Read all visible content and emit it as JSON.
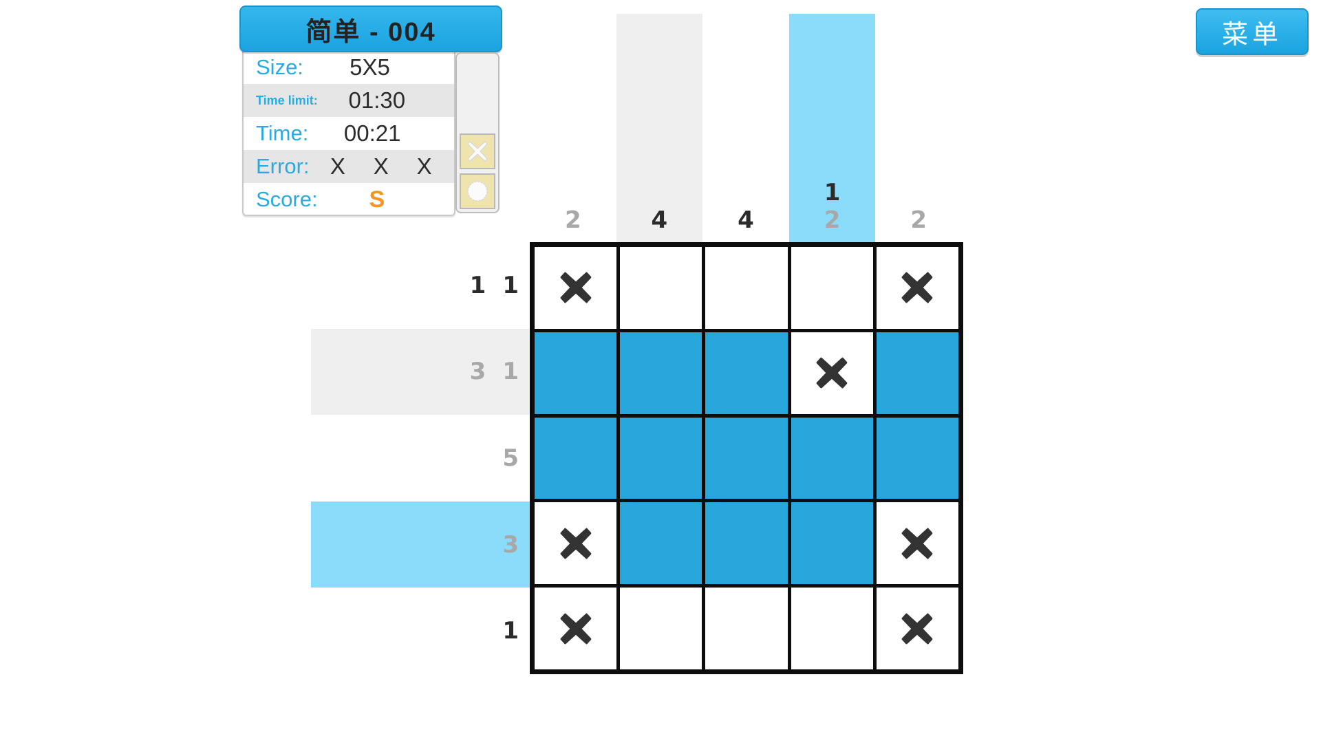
{
  "header": {
    "menu_button_label": "菜单",
    "menu_button_icon": "menu-button"
  },
  "info": {
    "title": "简单 - 004",
    "rows": [
      {
        "label": "Size:",
        "value": "5X5"
      },
      {
        "label": "Time limit:",
        "value": "01:30"
      },
      {
        "label": "Time:",
        "value": "00:21"
      },
      {
        "label": "Error:",
        "value": "X X X"
      },
      {
        "label": "Score:",
        "value": "S"
      }
    ],
    "size_label": "Size:",
    "size_value": "5X5",
    "time_limit_label": "Time limit:",
    "time_limit_value": "01:30",
    "time_label": "Time:",
    "time_value": "00:21",
    "error_label": "Error:",
    "error_marks": [
      "X",
      "X",
      "X"
    ],
    "score_label": "Score:",
    "score_value": "S",
    "score_color": "#f7941e",
    "label_color": "#29abe2"
  },
  "tools": {
    "cross_tool_icon": "cross-tool-icon",
    "circle_tool_icon": "circle-tool-icon"
  },
  "chart_data": {
    "type": "table",
    "title": "Nonogram 5x5 puzzle board",
    "grid_size": "5X5",
    "column_hints": [
      {
        "index": 0,
        "values": [
          2
        ],
        "states": [
          "solved"
        ],
        "highlight": "none"
      },
      {
        "index": 1,
        "values": [
          4
        ],
        "states": [
          "active"
        ],
        "highlight": "gray"
      },
      {
        "index": 2,
        "values": [
          4
        ],
        "states": [
          "active"
        ],
        "highlight": "none"
      },
      {
        "index": 3,
        "values": [
          1,
          2
        ],
        "states": [
          "active",
          "solved"
        ],
        "highlight": "blue"
      },
      {
        "index": 4,
        "values": [
          2
        ],
        "states": [
          "solved"
        ],
        "highlight": "none"
      }
    ],
    "row_hints": [
      {
        "index": 0,
        "values": [
          1,
          1
        ],
        "states": [
          "active",
          "active"
        ],
        "highlight": "none"
      },
      {
        "index": 1,
        "values": [
          3,
          1
        ],
        "states": [
          "solved",
          "solved"
        ],
        "highlight": "gray"
      },
      {
        "index": 2,
        "values": [
          5
        ],
        "states": [
          "solved"
        ],
        "highlight": "none"
      },
      {
        "index": 3,
        "values": [
          3
        ],
        "states": [
          "solved"
        ],
        "highlight": "blue"
      },
      {
        "index": 4,
        "values": [
          1
        ],
        "states": [
          "active"
        ],
        "highlight": "none"
      }
    ],
    "cells": [
      [
        "x",
        "empty",
        "empty",
        "empty",
        "x"
      ],
      [
        "fill",
        "fill",
        "fill",
        "x",
        "fill"
      ],
      [
        "fill",
        "fill",
        "fill",
        "fill",
        "fill"
      ],
      [
        "x",
        "fill",
        "fill",
        "fill",
        "x"
      ],
      [
        "x",
        "empty",
        "empty",
        "empty",
        "x"
      ]
    ],
    "fill_color": "#28a7dd",
    "highlight_blue": "#8bdcfb",
    "highlight_gray": "#efefef",
    "mark_color": "#333333"
  }
}
